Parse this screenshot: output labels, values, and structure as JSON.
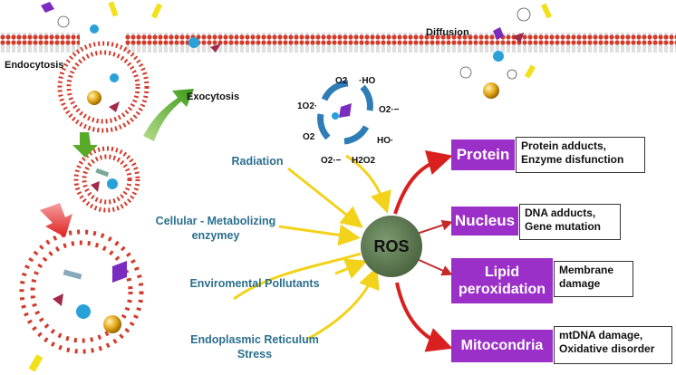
{
  "membrane_labels": {
    "endocytosis": "Endocytosis",
    "exocytosis": "Exocytosis",
    "diffusion": "Diffusion"
  },
  "ros_species": {
    "o2_top": "O2",
    "ho_top": "·HO",
    "singlet_o2": "1O2·",
    "superoxide_right": "O2·−",
    "o2_left": "O2",
    "ho_right": "HO·",
    "superoxide_bottom": "O2·−",
    "h2o2": "H2O2"
  },
  "sources": {
    "radiation": "Radiation",
    "cellular_line1": "Cellular - Metabolizing",
    "cellular_line2": "enzymey",
    "pollutants": "Enviromental Pollutants",
    "er_line1": "Endoplasmic Reticulum",
    "er_line2": "Stress"
  },
  "center": {
    "label": "ROS"
  },
  "targets": {
    "protein": "Protein",
    "nucleus": "Nucleus",
    "lipid_line1": "Lipid",
    "lipid_line2": "peroxidation",
    "mitocondria": "Mitocondria"
  },
  "effects": {
    "protein_line1": "Protein adducts,",
    "protein_line2": "Enzyme disfunction",
    "nucleus_line1": "DNA adducts,",
    "nucleus_line2": "Gene mutation",
    "lipid_line1": "Membrane",
    "lipid_line2": "damage",
    "mito_line1": "mtDNA damage,",
    "mito_line2": "Oxidative disorder"
  },
  "colors": {
    "target_box": "#9b30c8",
    "source_text": "#2b6f8e",
    "ros_circle": "#5e7a52",
    "yellow_arrow": "#f2d21a",
    "red_arrow": "#d9201f",
    "green_arrow": "#5aaa2a",
    "membrane_head": "#d33b2c"
  }
}
